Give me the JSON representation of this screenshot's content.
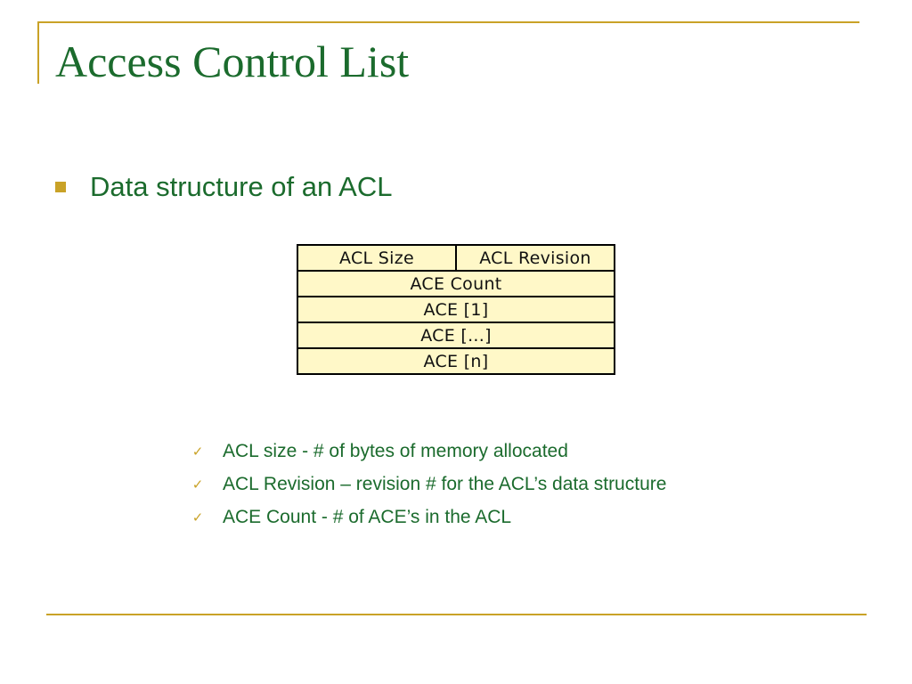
{
  "slide": {
    "title": "Access Control List",
    "bullet": "Data structure of an ACL"
  },
  "acl_table": {
    "rows": [
      [
        "ACL Size",
        "ACL Revision"
      ],
      [
        "ACE Count"
      ],
      [
        "ACE [1]"
      ],
      [
        "ACE [...]"
      ],
      [
        "ACE [n]"
      ]
    ]
  },
  "sub_points": [
    "ACL size - # of bytes of memory allocated",
    "ACL Revision – revision # for the ACL’s data structure",
    "ACE Count - # of ACE’s in the ACL"
  ],
  "colors": {
    "accent": "#c9a227",
    "text": "#1b6b2d",
    "table_fill": "#fff8c8"
  },
  "icons": {
    "main_bullet": "square-bullet-icon",
    "sub_bullet": "check-icon"
  }
}
